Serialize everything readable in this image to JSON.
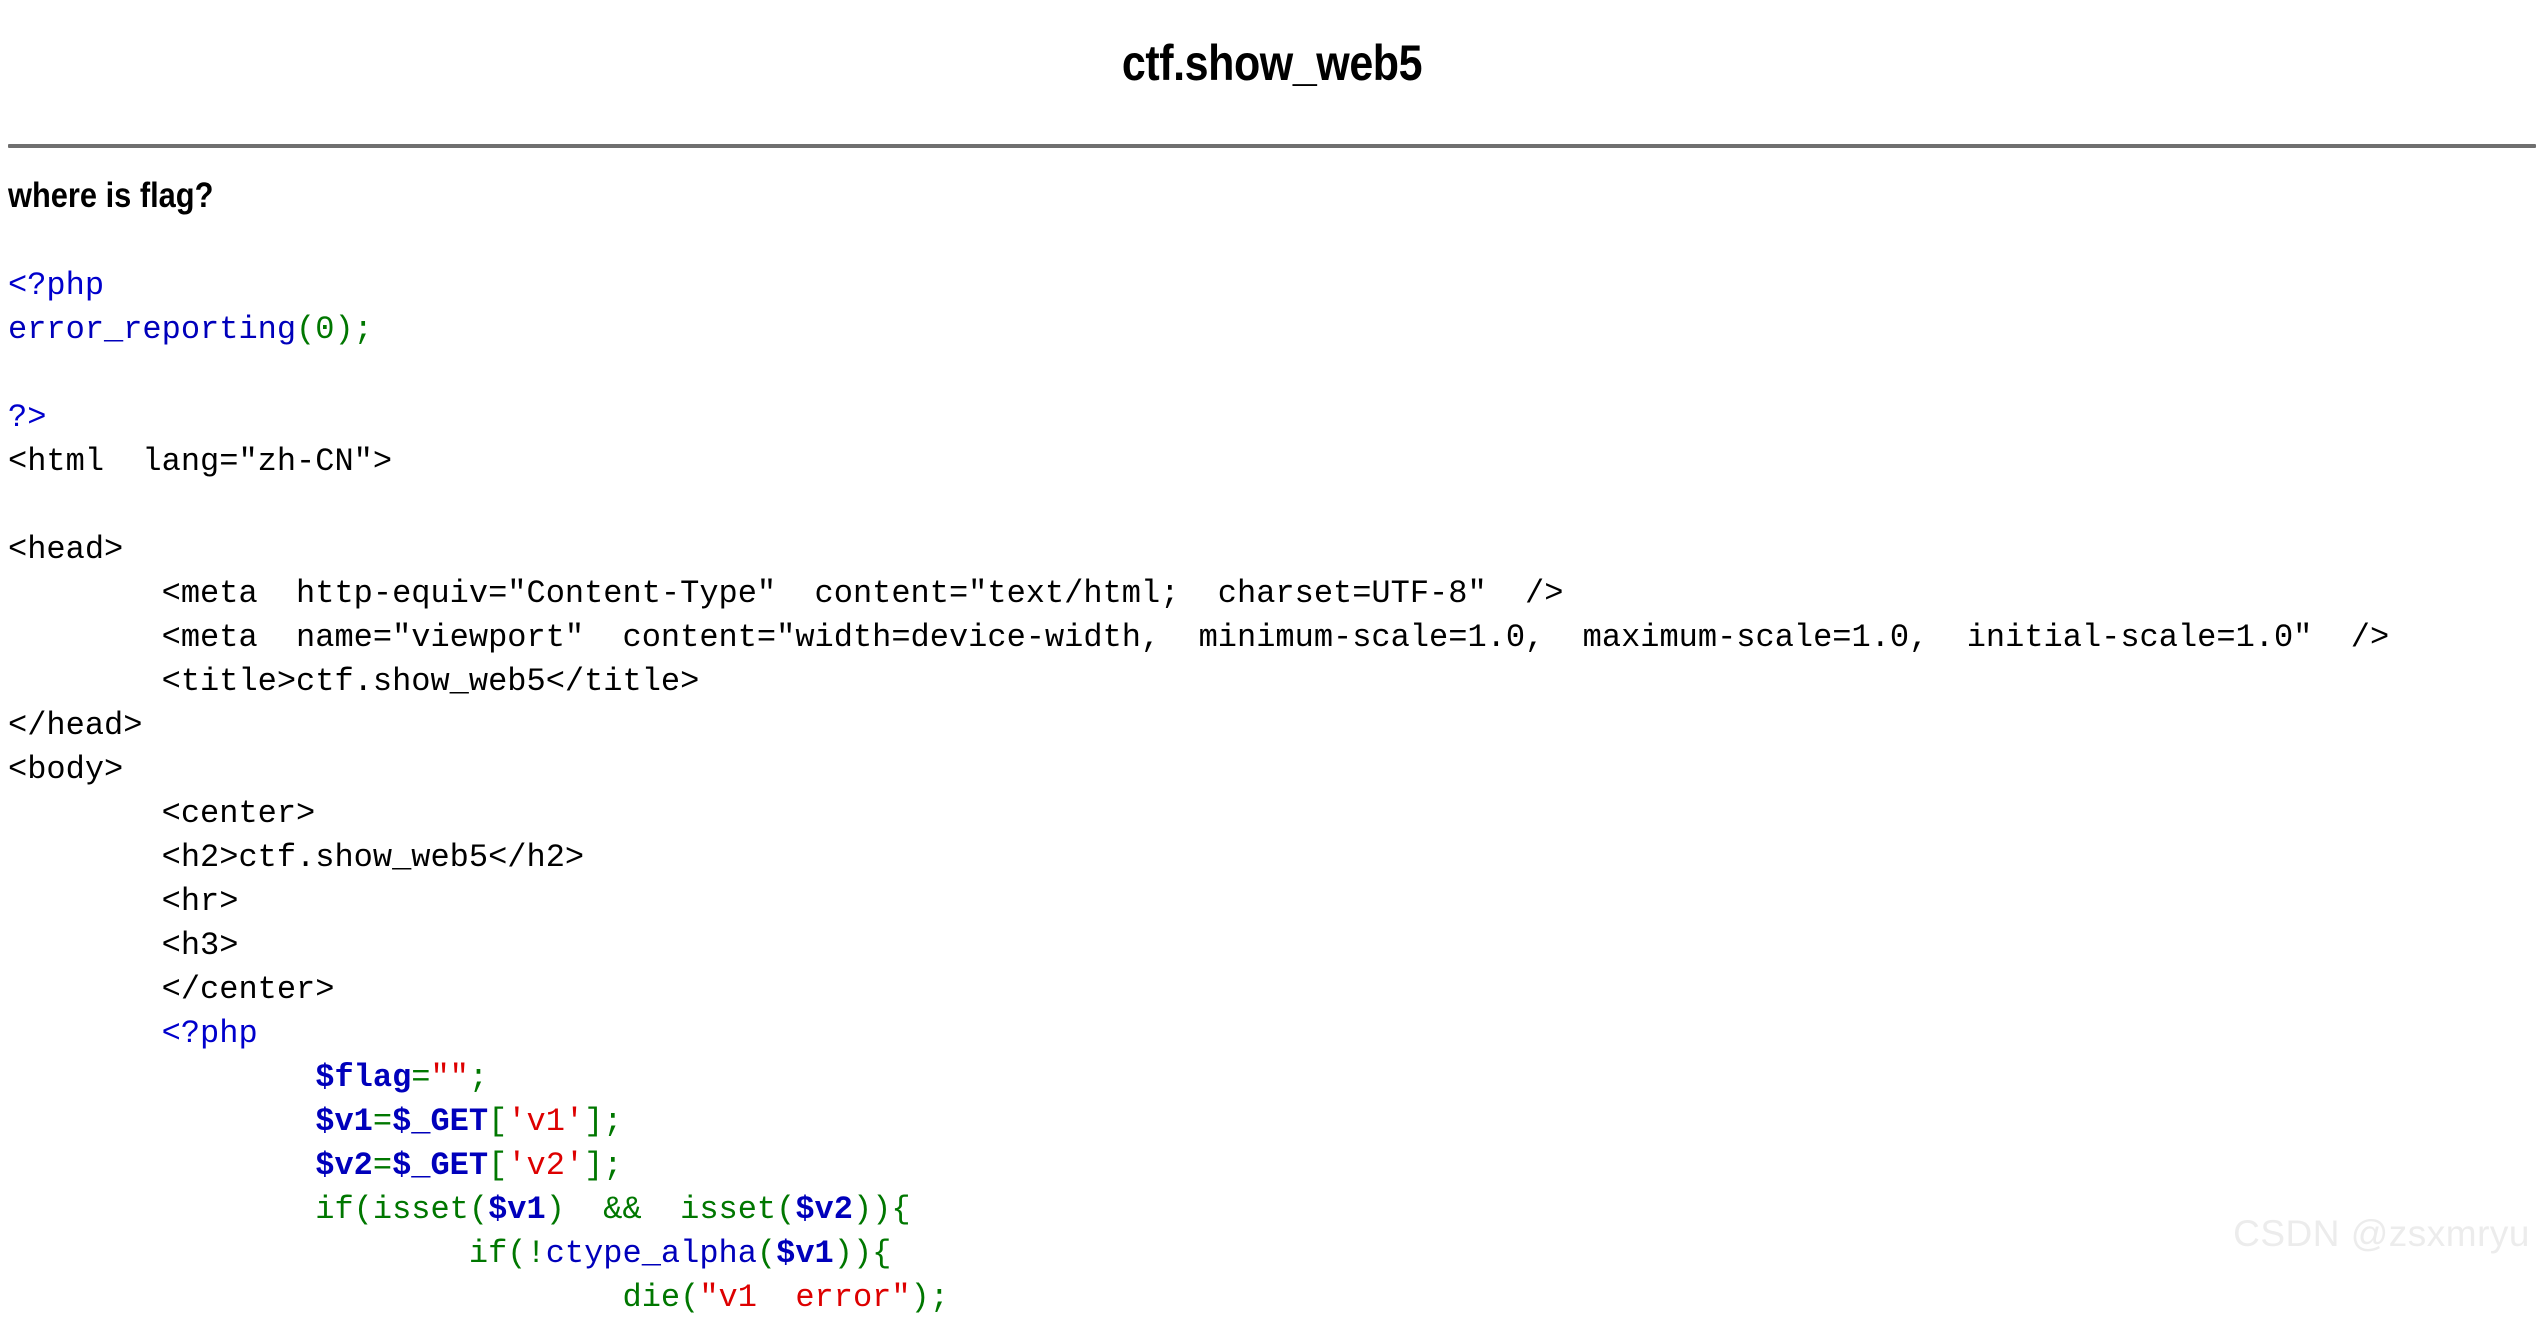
{
  "page": {
    "title": "ctf.show_web5",
    "heading": "where is flag?",
    "watermark": "CSDN @zsxmryu"
  },
  "colors": {
    "php_tag": "#0000cc",
    "variable": "#0000bb",
    "keyword": "#007700",
    "string": "#dd0000",
    "html_markup": "#000000",
    "hr": "#6f6f6f",
    "watermark": "#ececec",
    "background": "#ffffff"
  },
  "source_code": {
    "language": "php",
    "lines": [
      {
        "indent": 0,
        "tokens": [
          {
            "t": "<?php",
            "c": "php"
          }
        ]
      },
      {
        "indent": 0,
        "tokens": [
          {
            "t": "error_reporting",
            "c": "fn"
          },
          {
            "t": "(0)",
            "c": "kw"
          },
          {
            "t": ";",
            "c": "kw"
          }
        ]
      },
      {
        "indent": 0,
        "tokens": []
      },
      {
        "indent": 0,
        "tokens": [
          {
            "t": "?>",
            "c": "php"
          }
        ]
      },
      {
        "indent": 0,
        "tokens": [
          {
            "t": "<html  lang=\"zh-CN\">",
            "c": "html"
          }
        ]
      },
      {
        "indent": 0,
        "tokens": []
      },
      {
        "indent": 0,
        "tokens": [
          {
            "t": "<head>",
            "c": "html"
          }
        ]
      },
      {
        "indent": 8,
        "tokens": [
          {
            "t": "<meta  http-equiv=\"Content-Type\"  content=\"text/html;  charset=UTF-8\"  />",
            "c": "html"
          }
        ]
      },
      {
        "indent": 8,
        "tokens": [
          {
            "t": "<meta  name=\"viewport\"  content=\"width=device-width,  minimum-scale=1.0,  maximum-scale=1.0,  initial-scale=1.0\"  />",
            "c": "html"
          }
        ]
      },
      {
        "indent": 8,
        "tokens": [
          {
            "t": "<title>ctf.show_web5</title>",
            "c": "html"
          }
        ]
      },
      {
        "indent": 0,
        "tokens": [
          {
            "t": "</head>",
            "c": "html"
          }
        ]
      },
      {
        "indent": 0,
        "tokens": [
          {
            "t": "<body>",
            "c": "html"
          }
        ]
      },
      {
        "indent": 8,
        "tokens": [
          {
            "t": "<center>",
            "c": "html"
          }
        ]
      },
      {
        "indent": 8,
        "tokens": [
          {
            "t": "<h2>ctf.show_web5</h2>",
            "c": "html"
          }
        ]
      },
      {
        "indent": 8,
        "tokens": [
          {
            "t": "<hr>",
            "c": "html"
          }
        ]
      },
      {
        "indent": 8,
        "tokens": [
          {
            "t": "<h3>",
            "c": "html"
          }
        ]
      },
      {
        "indent": 8,
        "tokens": [
          {
            "t": "</center>",
            "c": "html"
          }
        ]
      },
      {
        "indent": 8,
        "tokens": [
          {
            "t": "<?php",
            "c": "php"
          }
        ]
      },
      {
        "indent": 16,
        "tokens": [
          {
            "t": "$flag",
            "c": "var"
          },
          {
            "t": "=",
            "c": "kw"
          },
          {
            "t": "\"\"",
            "c": "str"
          },
          {
            "t": ";",
            "c": "kw"
          }
        ]
      },
      {
        "indent": 16,
        "tokens": [
          {
            "t": "$v1",
            "c": "var"
          },
          {
            "t": "=",
            "c": "kw"
          },
          {
            "t": "$_GET",
            "c": "var"
          },
          {
            "t": "[",
            "c": "kw"
          },
          {
            "t": "'v1'",
            "c": "str"
          },
          {
            "t": "]",
            "c": "kw"
          },
          {
            "t": ";",
            "c": "kw"
          }
        ]
      },
      {
        "indent": 16,
        "tokens": [
          {
            "t": "$v2",
            "c": "var"
          },
          {
            "t": "=",
            "c": "kw"
          },
          {
            "t": "$_GET",
            "c": "var"
          },
          {
            "t": "[",
            "c": "kw"
          },
          {
            "t": "'v2'",
            "c": "str"
          },
          {
            "t": "]",
            "c": "kw"
          },
          {
            "t": ";",
            "c": "kw"
          }
        ]
      },
      {
        "indent": 16,
        "tokens": [
          {
            "t": "if(isset(",
            "c": "kw"
          },
          {
            "t": "$v1",
            "c": "var"
          },
          {
            "t": ")  &&  isset(",
            "c": "kw"
          },
          {
            "t": "$v2",
            "c": "var"
          },
          {
            "t": ")){",
            "c": "kw"
          }
        ]
      },
      {
        "indent": 24,
        "tokens": [
          {
            "t": "if(!",
            "c": "kw"
          },
          {
            "t": "ctype_alpha",
            "c": "fn"
          },
          {
            "t": "(",
            "c": "kw"
          },
          {
            "t": "$v1",
            "c": "var"
          },
          {
            "t": ")){",
            "c": "kw"
          }
        ]
      },
      {
        "indent": 32,
        "tokens": [
          {
            "t": "die",
            "c": "kw"
          },
          {
            "t": "(",
            "c": "kw"
          },
          {
            "t": "\"v1  error\"",
            "c": "str"
          },
          {
            "t": ")",
            "c": "kw"
          },
          {
            "t": ";",
            "c": "kw"
          }
        ]
      }
    ]
  }
}
